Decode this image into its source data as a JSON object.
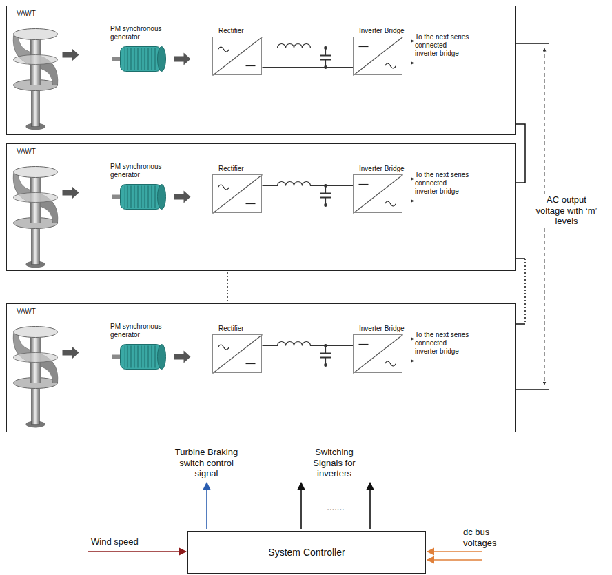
{
  "diagram": {
    "nodes": [
      {
        "text": []
      },
      {
        "text": [
          "Rectifier"
        ],
        "in": 0
      },
      {
        "text": [
          "Inverter Bridge"
        ],
        "in": 0
      },
      {
        "text": []
      },
      {
        "text": [
          "Rectifier"
        ],
        "in": 3
      },
      {
        "text": [
          "Inverter Bridge"
        ],
        "in": 3
      },
      {
        "text": []
      },
      {
        "text": [
          "Rectifier"
        ],
        "in": 6
      },
      {
        "text": [
          "Inverter Bridge"
        ],
        "in": 6
      },
      {
        "text": [
          "System Controller"
        ]
      }
    ],
    "labels": [
      "VAWT",
      "PM synchronous generator",
      "To the next series connected inverter bridge",
      "VAWT",
      "PM synchronous generator",
      "To the next series connected inverter bridge",
      "VAWT",
      "PM synchronous generator",
      "To the next series connected inverter bridge",
      "AC output voltage with ‘m’ levels",
      "Turbine Braking switch control signal",
      "Switching Signals for inverters",
      ".......",
      "Wind speed",
      "dc bus voltages"
    ]
  }
}
